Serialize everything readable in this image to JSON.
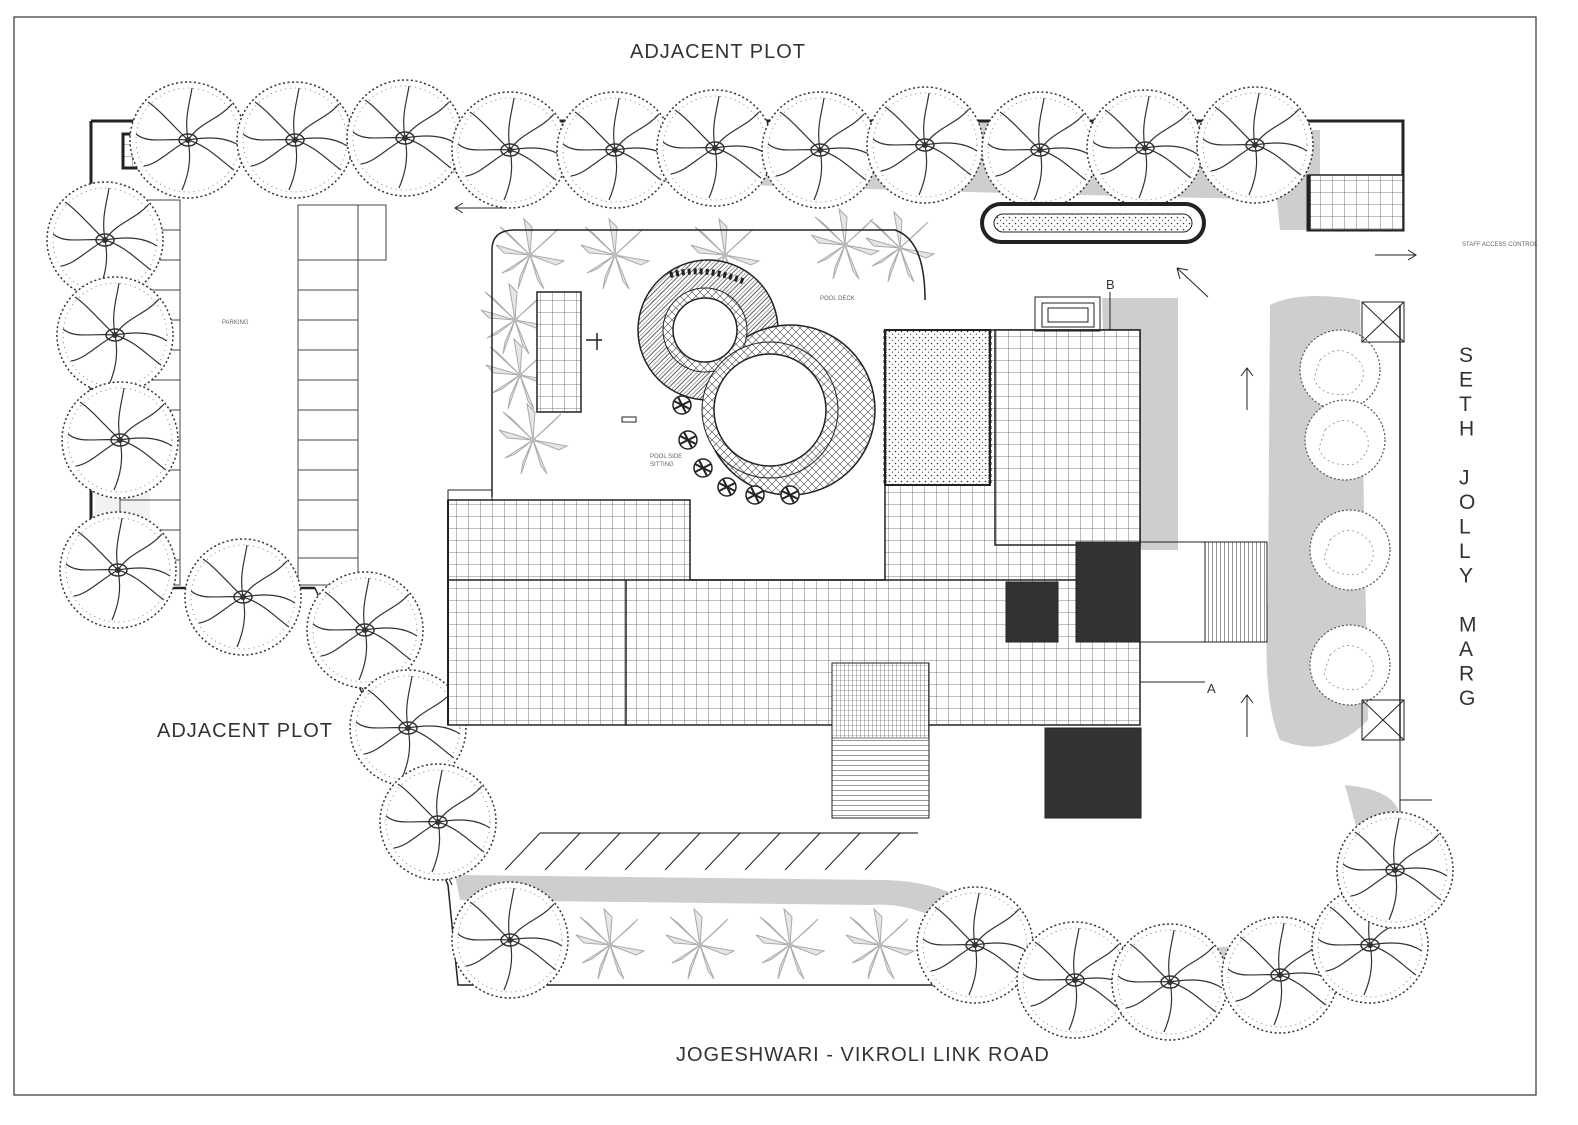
{
  "labels": {
    "top_plot": "ADJACENT  PLOT",
    "left_plot": "ADJACENT  PLOT",
    "bottom_road": "JOGESHWARI - VIKROLI LINK ROAD",
    "right_road_letters": [
      "S",
      "E",
      "T",
      "H",
      "",
      "J",
      "O",
      "L",
      "L",
      "Y",
      "",
      "M",
      "A",
      "R",
      "G"
    ],
    "parking": "PARKING",
    "pool_deck": "POOL DECK",
    "pool_side_sitting_1": "POOL SIDE",
    "pool_side_sitting_2": "SITTING",
    "staff_access": "STAFF ACCESS CONTROL",
    "section_a": "A",
    "section_b": "B"
  },
  "colors": {
    "line": "#222222",
    "foliage_grey": "#c8c8c8",
    "dark_block": "#333333"
  }
}
